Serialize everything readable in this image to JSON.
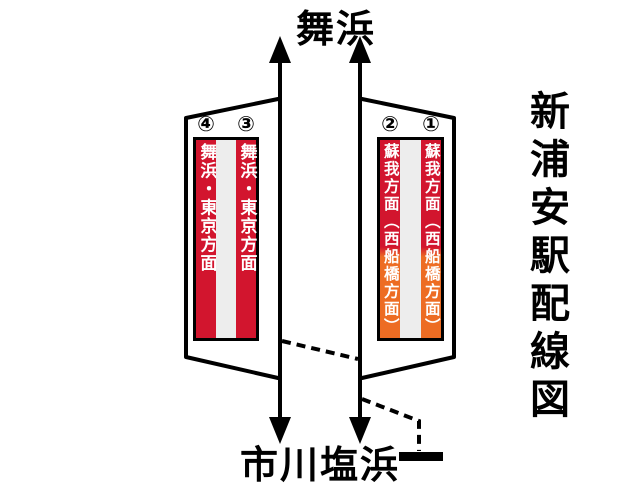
{
  "diagram": {
    "title_vertical": "新浦安駅配線図",
    "station_top": "舞浜",
    "station_bottom": "市川塩浜"
  },
  "platforms": {
    "left": {
      "tracks": [
        {
          "number": "④",
          "destination": "舞浜・東京方面"
        },
        {
          "number": "③",
          "destination": "舞浜・東京方面"
        }
      ]
    },
    "right": {
      "tracks": [
        {
          "number": "②",
          "destination": "蘇我方面（西船橋方面）"
        },
        {
          "number": "①",
          "destination": "蘇我方面（西船橋方面）"
        }
      ]
    }
  },
  "colors": {
    "keiyo_red": "#D2152E",
    "musashino_orange": "#ED6C23",
    "platform_gray": "#EDEDED",
    "line_black": "#000000",
    "background": "#FFFFFF"
  }
}
